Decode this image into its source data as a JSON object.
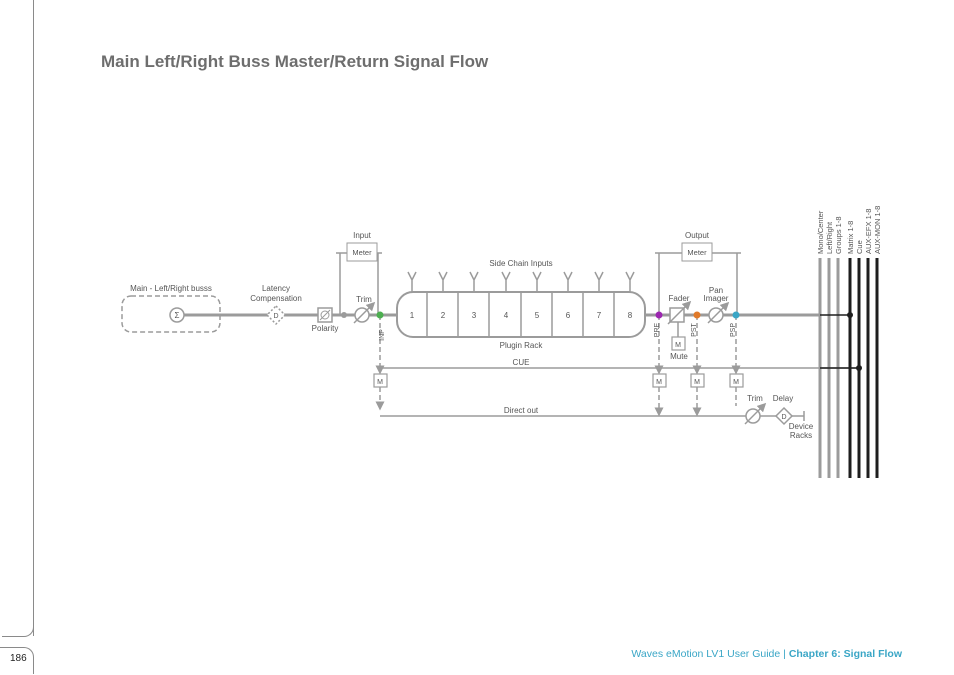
{
  "page": {
    "number": "186",
    "title": "Main Left/Right Buss Master/Return Signal Flow",
    "footer": {
      "guide": "Waves eMotion LV1 User Guide",
      "separator": "|",
      "chapter": "Chapter 6: Signal Flow"
    }
  },
  "diagram": {
    "source_label": "Main - Left/Right busss",
    "sum_symbol": "Σ",
    "latency_label_1": "Latency",
    "latency_label_2": "Compensation",
    "delay_symbol": "D",
    "polarity_label": "Polarity",
    "input_label": "Input",
    "input_meter": "Meter",
    "trim_label": "Trim",
    "inp_label": "INP",
    "side_chain_label": "Side Chain Inputs",
    "plugin_slots": [
      "1",
      "2",
      "3",
      "4",
      "5",
      "6",
      "7",
      "8"
    ],
    "plugin_rack_label": "Plugin Rack",
    "pre_label": "PRE",
    "pst_label": "PST",
    "psp_label": "PSP",
    "fader_label": "Fader",
    "pan_label_1": "Pan",
    "pan_label_2": "Imager",
    "output_label": "Output",
    "output_meter": "Meter",
    "mute_symbol": "M",
    "mute_label": "Mute",
    "cue_label": "CUE",
    "direct_out_label": "Direct out",
    "meter_taps": [
      "M",
      "M",
      "M",
      "M"
    ],
    "trim2_label": "Trim",
    "delay_label": "Delay",
    "device_label_1": "Device",
    "device_label_2": "Racks",
    "buses": [
      "Mono/Center",
      "Left/Right",
      "Groups 1-8",
      "Matrix 1-8",
      "Cue",
      "AUX-EFX 1-8",
      "AUX-MON 1-8"
    ],
    "colors": {
      "line": "#9b9b9b",
      "bus_dark": "#1e1e1e",
      "inp_dot": "#4caf50",
      "pre_dot": "#9c27b0",
      "pst_dot": "#e07a2a",
      "psp_dot": "#3aa6c6"
    }
  }
}
